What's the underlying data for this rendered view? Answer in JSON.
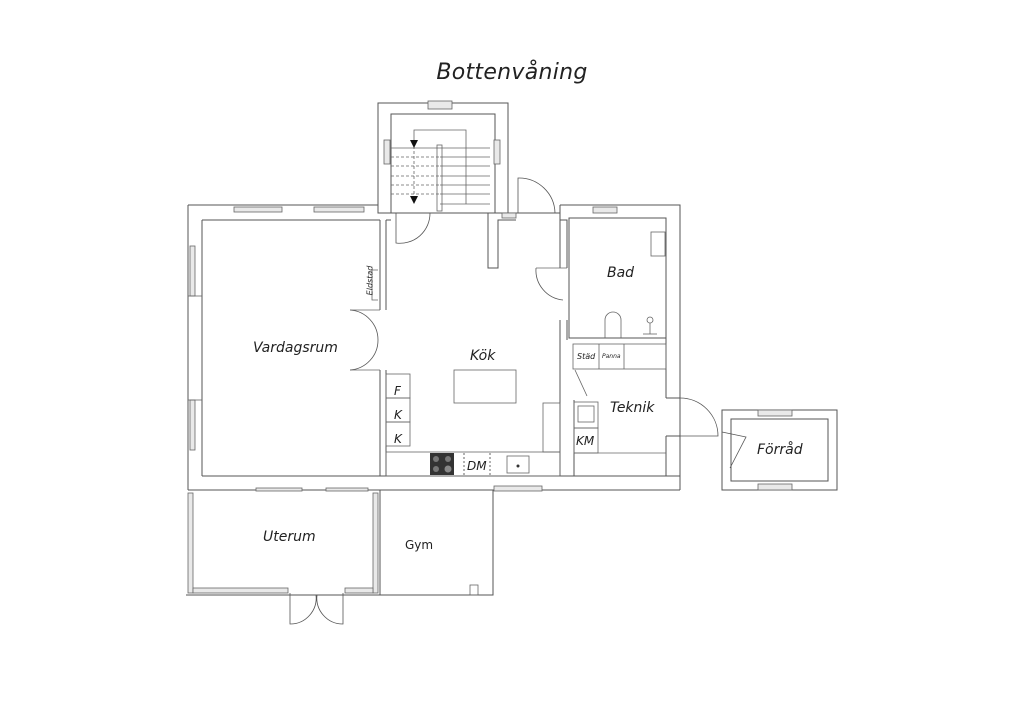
{
  "floor_plan": {
    "title": "Bottenvåning",
    "rooms": {
      "vardagsrum": "Vardagsrum",
      "kok": "Kök",
      "bad": "Bad",
      "teknik": "Teknik",
      "forrad": "Förråd",
      "uterum": "Uterum",
      "gym": "Gym"
    },
    "fixtures": {
      "eldstad": "Eldstad",
      "stad": "Städ",
      "panna": "Panna",
      "f": "F",
      "k1": "K",
      "k2": "K",
      "dm": "DM",
      "km": "KM"
    },
    "colors": {
      "wall": "#555555",
      "window_fill": "#e9e9e9",
      "stove": "#333333",
      "background": "#ffffff"
    }
  }
}
